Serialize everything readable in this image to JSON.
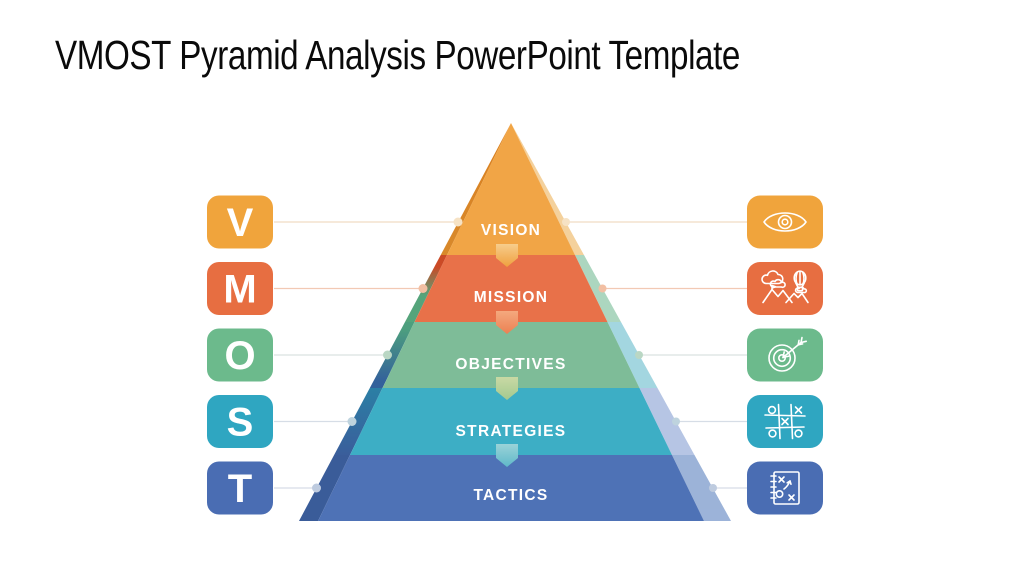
{
  "slide": {
    "title": "VMOST Pyramid Analysis PowerPoint Template",
    "background": "#ffffff"
  },
  "pyramid": {
    "rows": [
      {
        "letter": "V",
        "label": "VISION",
        "icon": "eye-icon",
        "box_color": "#F0A43C",
        "band_color": "#F1A546",
        "left_top": "#DA7F1E",
        "left_bottom": "#D8892B",
        "right_tint": "#F3C98B",
        "line_color": "#F0DCC3",
        "dot_color": "#F6E2C4"
      },
      {
        "letter": "M",
        "label": "MISSION",
        "icon": "mountains-balloon-icon",
        "box_color": "#E76E41",
        "band_color": "#E87149",
        "left_top": "#CB4A26",
        "left_bottom": "#55A47B",
        "right_tint": "#9ED0B4",
        "line_color": "#F2C9B4",
        "dot_color": "#F2BFA3"
      },
      {
        "letter": "O",
        "label": "OBJECTIVES",
        "icon": "target-dart-icon",
        "box_color": "#6CBA8C",
        "band_color": "#7EBC98",
        "left_top": "#4D9F7E",
        "left_bottom": "#33619B",
        "right_tint": "#93CFDB",
        "line_color": "#D9E2E0",
        "dot_color": "#BAD7C4"
      },
      {
        "letter": "S",
        "label": "STRATEGIES",
        "icon": "tic-tac-toe-icon",
        "box_color": "#2FA6C1",
        "band_color": "#3DAEC5",
        "left_top": "#2B7FA5",
        "left_bottom": "#3A5E9B",
        "right_tint": "#AABCE0",
        "line_color": "#D6DDE6",
        "dot_color": "#BED3DE"
      },
      {
        "letter": "T",
        "label": "TACTICS",
        "icon": "strategy-playbook-icon",
        "box_color": "#4A6DB3",
        "band_color": "#4E72B6",
        "left_top": "#3A5C99",
        "left_bottom": "#3A5C99",
        "right_tint": "#8BA6D2",
        "line_color": "#D6DCE8",
        "dot_color": "#BECBDF"
      }
    ],
    "chevrons": [
      {
        "from": "#F7CD8C",
        "to": "#EFA03E"
      },
      {
        "from": "#F4A97E",
        "to": "#EC8052"
      },
      {
        "from": "#C9D9A4",
        "to": "#A3C98F"
      },
      {
        "from": "#9AD3D8",
        "to": "#5FB8C9"
      }
    ]
  }
}
